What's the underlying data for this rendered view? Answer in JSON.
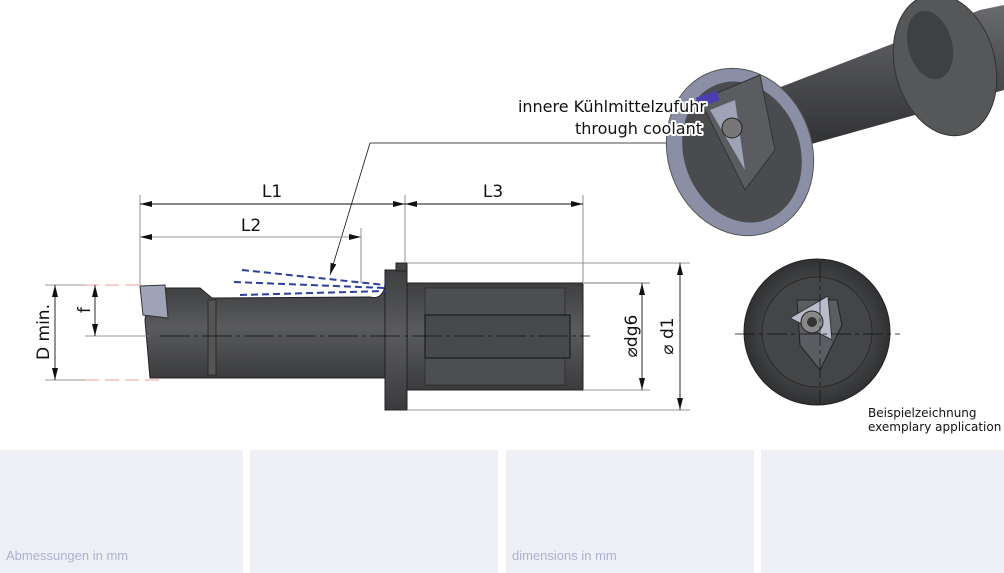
{
  "drawing": {
    "coolant_label_de": "innere Kühlmittelzufuhr",
    "coolant_label_en": "through coolant",
    "dims": {
      "L1": "L1",
      "L2": "L2",
      "L3": "L3",
      "Dmin": "D min.",
      "f": "f",
      "dg6": "⌀dg6",
      "d1": "⌀ d1"
    },
    "caption_de": "Beispielzeichnung",
    "caption_en": "exemplary application"
  },
  "panels": [
    {
      "label": "Abmessungen in mm"
    },
    {
      "label": ""
    },
    {
      "label": "dimensions in mm"
    },
    {
      "label": ""
    }
  ],
  "colors": {
    "body": "#4a4b4d",
    "coolant": "#2b3f9e",
    "panel": "#eff0f5",
    "panel_text": "#aab1d1",
    "insert": "#9ea3b5"
  }
}
